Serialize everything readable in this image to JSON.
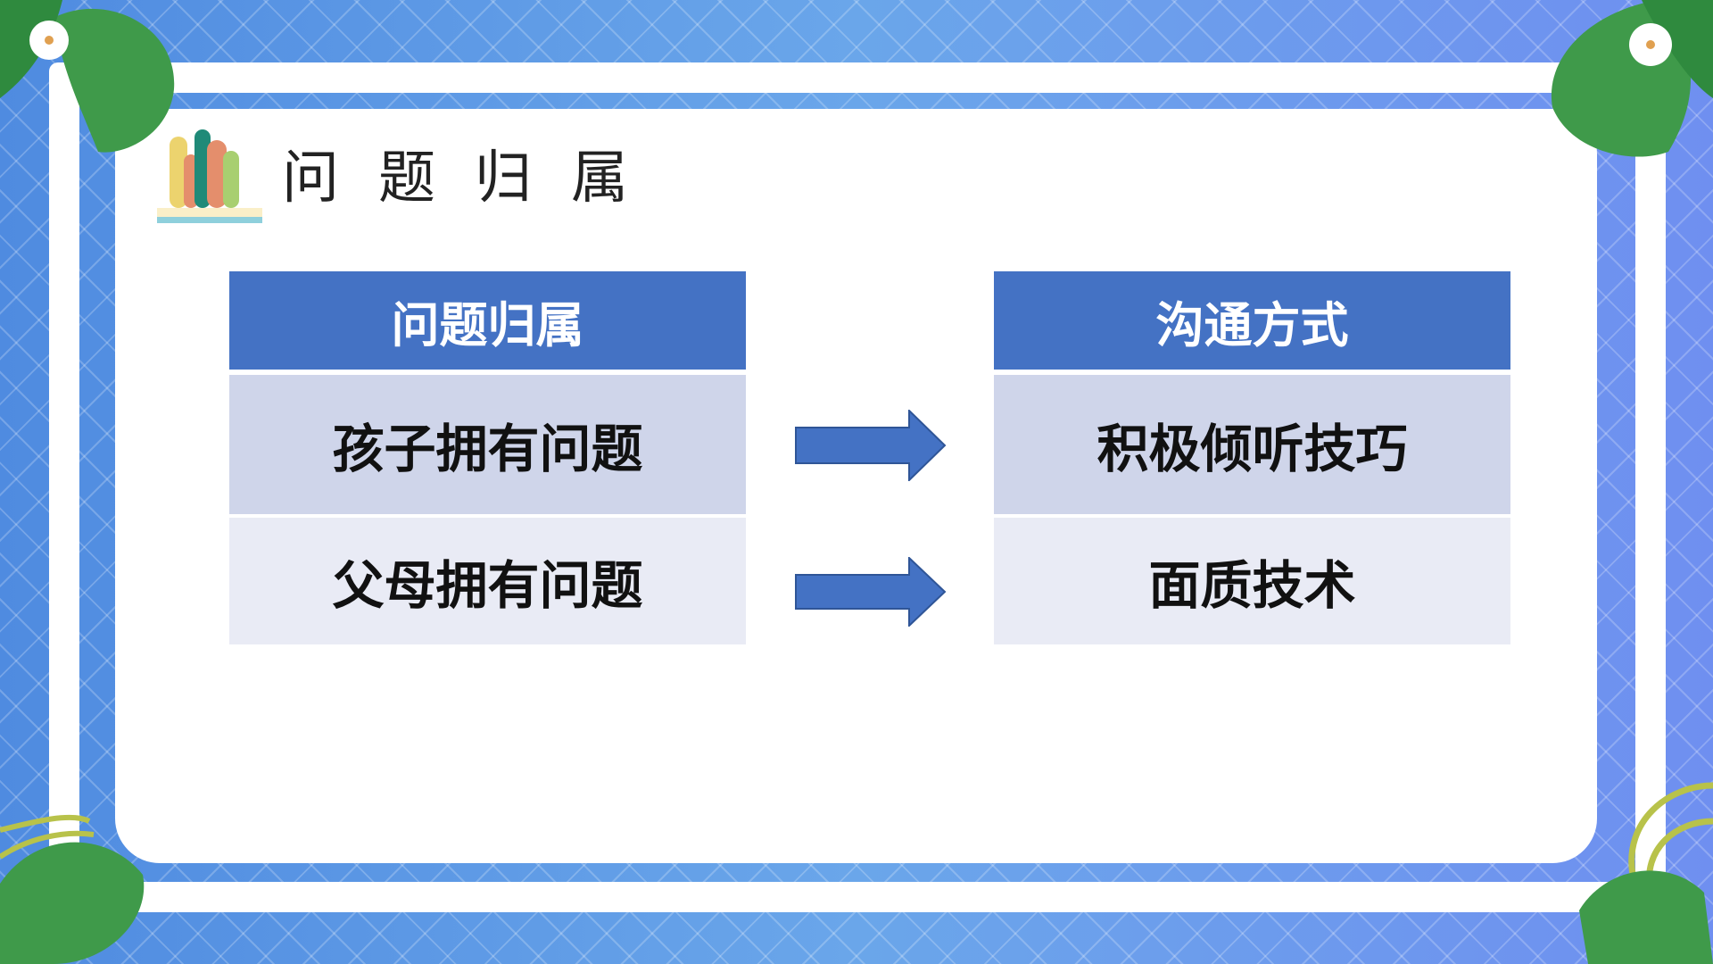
{
  "slide_title": "问题归属",
  "left_table": {
    "header": "问题归属",
    "rows": [
      "孩子拥有问题",
      "父母拥有问题"
    ]
  },
  "right_table": {
    "header": "沟通方式",
    "rows": [
      "积极倾听技巧",
      "面质技术"
    ]
  },
  "colors": {
    "header": "#4472c4",
    "row1": "#cfd5ea",
    "row2": "#e9ebf5",
    "arrow": "#4472c4"
  }
}
